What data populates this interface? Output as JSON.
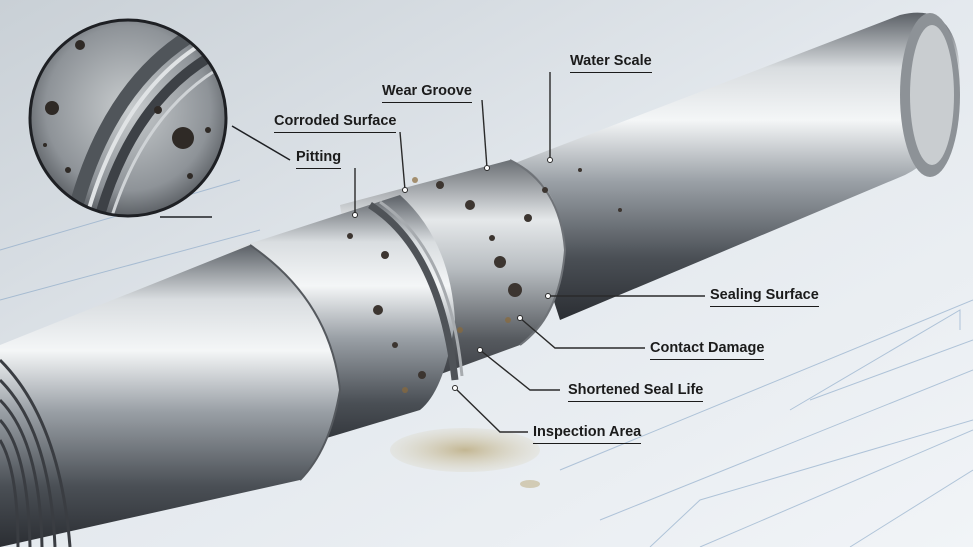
{
  "labels": {
    "water_scale": "Water Scale",
    "wear_groove": "Wear Groove",
    "corroded_surface": "Corroded Surface",
    "pitting": "Pitting",
    "sealing_surface": "Sealing Surface",
    "contact_damage": "Contact Damage",
    "shortened_seal_life": "Shortened Seal Life",
    "inspection_area": "Inspection Area"
  }
}
